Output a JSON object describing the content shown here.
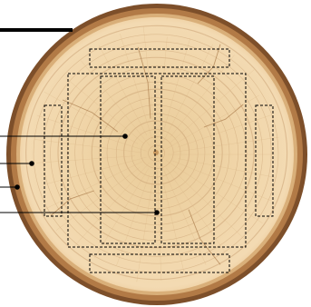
{
  "figure": {
    "subject": "log-cross-section",
    "background": "#ffffff",
    "bark_outer": "#8a5a32",
    "bark_mid": "#b07a47",
    "cambium": "#d8b07a",
    "sapwood": "#f1d7ae",
    "heartwood": "#e7c896",
    "ring_line": "#caa374",
    "guide_box_stroke": "#000000",
    "leader_line_stroke": "#000000",
    "title_bar_color": "#000000",
    "leader_count": 4,
    "guide_box_count": 7
  }
}
